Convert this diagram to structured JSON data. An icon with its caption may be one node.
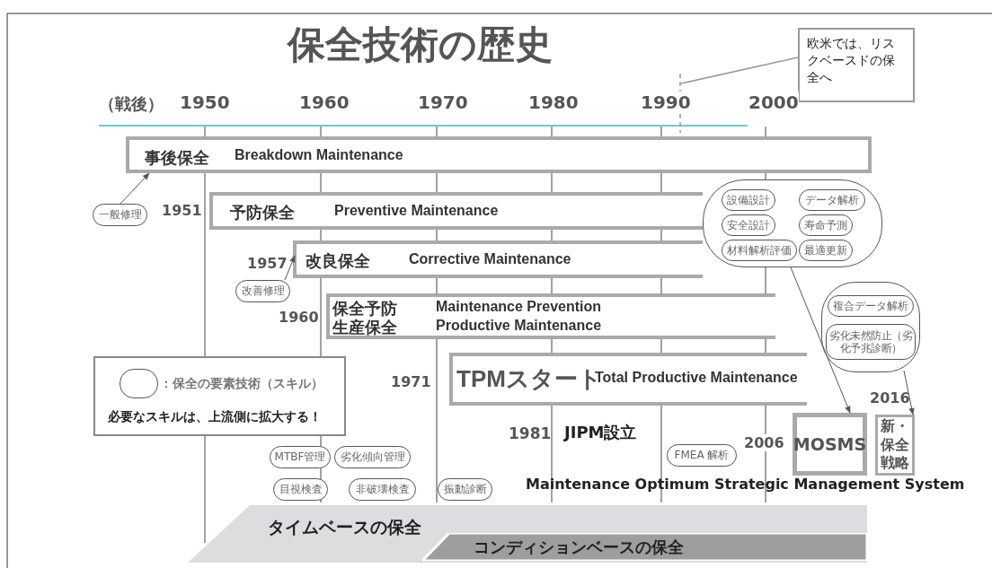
{
  "diagram": {
    "title": "保全技術の歴史",
    "nodes": [
      {
        "text": [
          "欧米では、リスクベースドの保全へ"
        ]
      },
      {
        "text": [
          "事後保全",
          "Breakdown Maintenance"
        ]
      },
      {
        "text": [
          "予防保全",
          "Preventive Maintenance"
        ],
        "beside": [
          "1951"
        ]
      },
      {
        "text": [
          "一般修理"
        ]
      },
      {
        "text": [],
        "shape": "circle"
      },
      {
        "text": [
          "設備設計"
        ],
        "in": 4
      },
      {
        "text": [
          "データ解析"
        ],
        "in": 4
      },
      {
        "text": [
          "安全設計"
        ],
        "in": 4
      },
      {
        "text": [
          "寿命予測"
        ],
        "in": 4
      },
      {
        "text": [
          "材料解析評価"
        ],
        "in": 4
      },
      {
        "text": [
          "最適更新"
        ],
        "in": 4
      },
      {
        "text": [
          "改良保全",
          "Corrective Maintenance"
        ],
        "beside": [
          "1957"
        ]
      },
      {
        "text": [
          "改善修理"
        ]
      },
      {
        "text": [
          "保全予防",
          "生産保全",
          "Maintenance Prevention",
          "Productive Maintenance"
        ],
        "beside": [
          "1960"
        ]
      },
      {
        "text": [],
        "shape": "circle"
      },
      {
        "text": [
          "複合データ解析"
        ],
        "in": 14
      },
      {
        "text": [
          "劣化未然防止（劣化予兆診断）"
        ],
        "in": 14
      },
      {
        "text": [
          "TPMスタート",
          "Total Productive Maintenance"
        ],
        "beside": [
          "1971"
        ]
      },
      {
        "text": [
          "MOSMS"
        ],
        "beside": [
          "Maintenance Optimum Strategic Management System"
        ]
      },
      {
        "text": [
          "新・保全戦略"
        ],
        "beside": [
          "2016"
        ]
      },
      {
        "text": [
          "MTBF管理"
        ]
      },
      {
        "text": [
          "劣化傾向管理"
        ]
      },
      {
        "text": [
          "FMEA 解析"
        ]
      },
      {
        "text": [
          "目視検査"
        ]
      },
      {
        "text": [
          "非破壊検査"
        ]
      },
      {
        "text": [
          "振動診断"
        ]
      },
      {
        "text": [
          "タイムベースの保全"
        ]
      },
      {
        "text": [
          "コンディションベースの保全"
        ],
        "in": 26
      }
    ],
    "edges": [
      {
        "from": 3,
        "to": 1,
        "arrow": "to"
      },
      {
        "from": 12,
        "to": 11,
        "arrow": "to"
      },
      {
        "from": 4,
        "to": 18,
        "arrow": "to"
      },
      {
        "from": 14,
        "to": 19,
        "arrow": "to"
      },
      {
        "from": 0,
        "to": null,
        "arrow": "none"
      }
    ],
    "labels": [
      "（戦後）",
      "1950",
      "1960",
      "1970",
      "1980",
      "1990",
      "2000",
      "必要なスキルは、上流側に拡大する！",
      "1981",
      "JIPM設立",
      "2006"
    ],
    "legend": [
      {
        "text": "：保全の要素技術（スキル）"
      }
    ]
  }
}
